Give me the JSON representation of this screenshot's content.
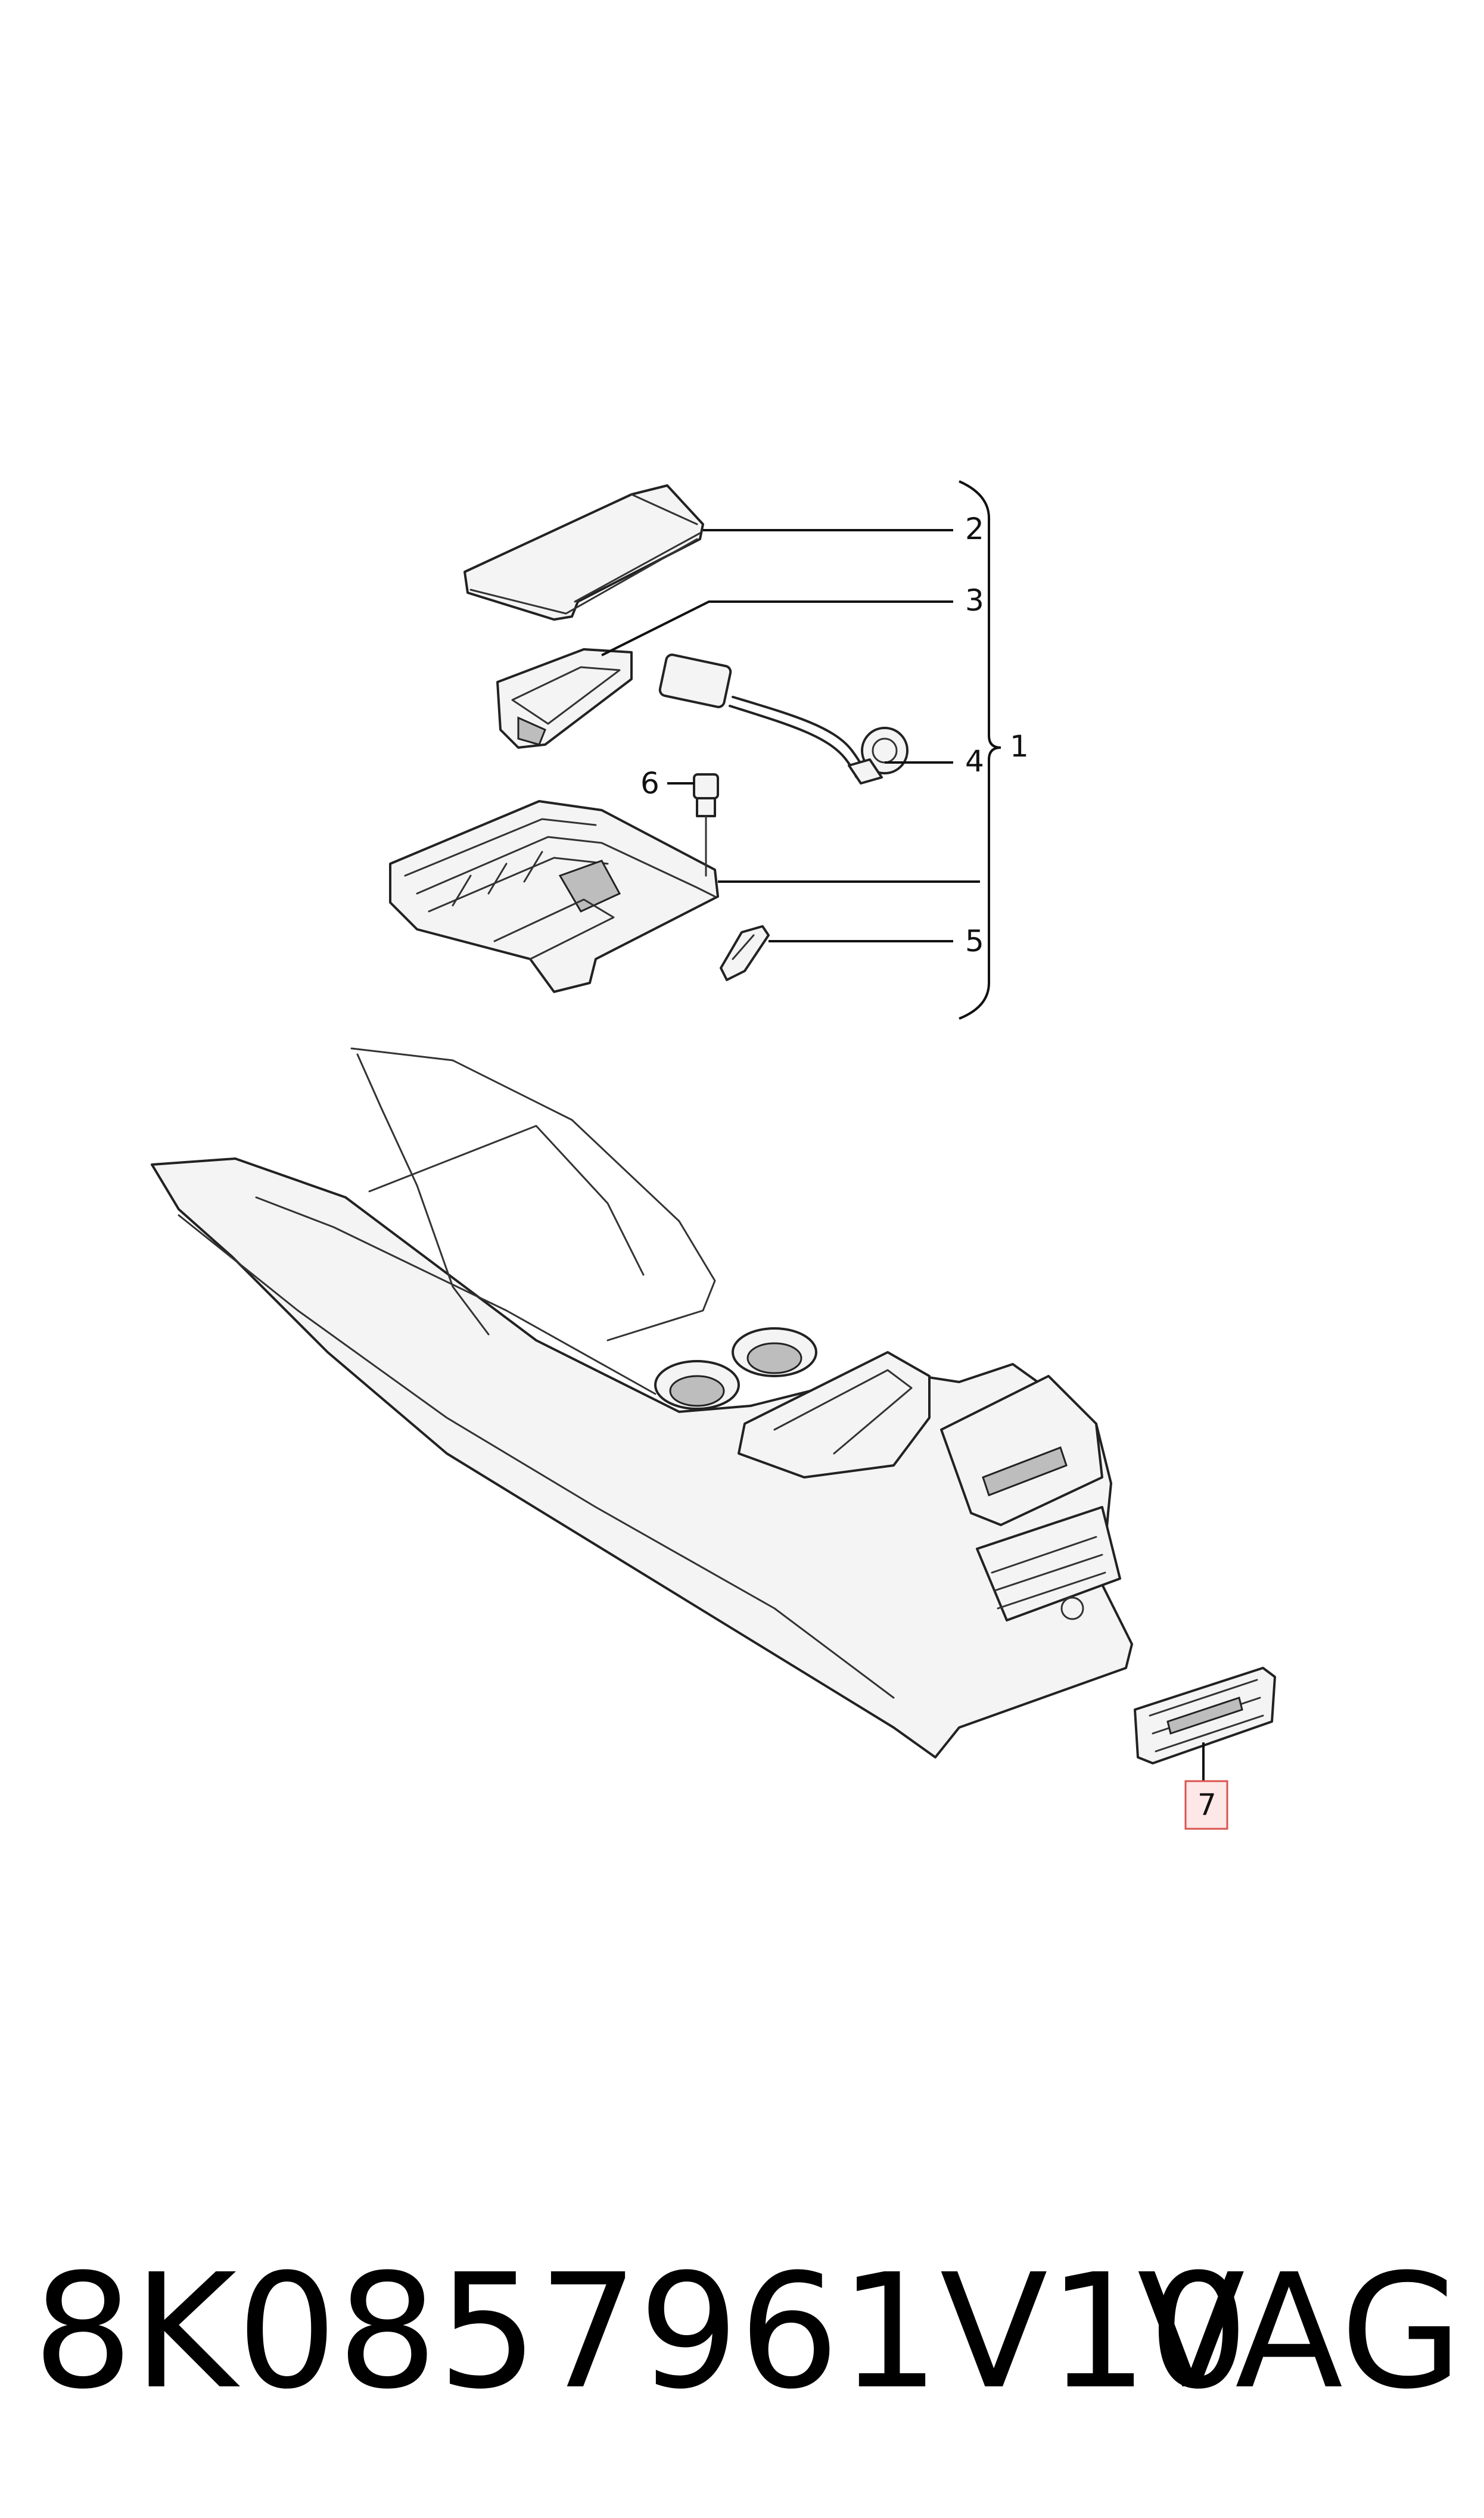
{
  "callouts": {
    "c1": "1",
    "c2": "2",
    "c3": "3",
    "c4": "4",
    "c5": "5",
    "c6": "6",
    "c7": "7"
  },
  "footer": {
    "part_number": "8K0857961V10",
    "brand": "VAG"
  },
  "colors": {
    "line": "#222222",
    "highlight_border": "#d9534f",
    "highlight_fill": "#fde7e7"
  }
}
